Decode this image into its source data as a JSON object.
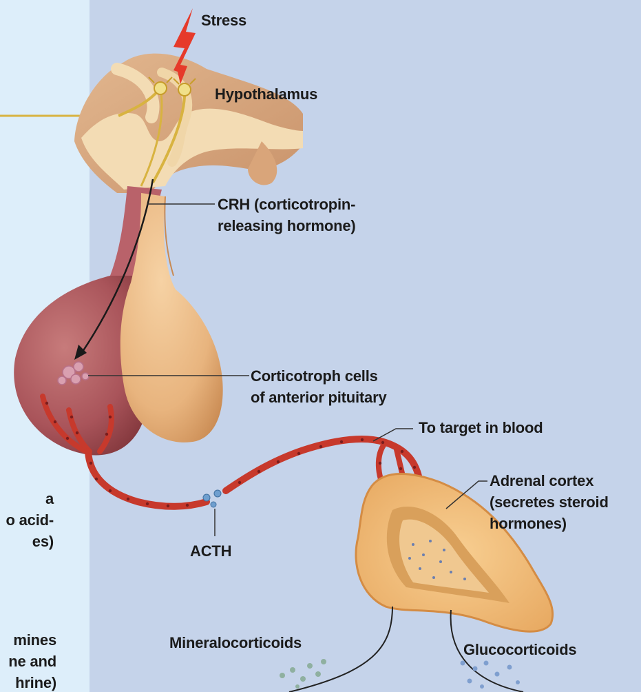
{
  "labels": {
    "stress": "Stress",
    "hypothalamus": "Hypothalamus",
    "crh": [
      "CRH (corticotropin-",
      "releasing hormone)"
    ],
    "corticotroph": [
      "Corticotroph cells",
      "of anterior pituitary"
    ],
    "to_target": "To target in blood",
    "adrenal_cortex": [
      "Adrenal cortex",
      "(secretes steroid",
      "hormones)"
    ],
    "acth": "ACTH",
    "mineralocorticoids": "Mineralocorticoids",
    "glucocorticoids": "Glucocorticoids"
  },
  "left_panel_fragments": {
    "block1": [
      "a",
      "o acid-",
      "es)"
    ],
    "block2": [
      "mines",
      "ne and",
      "hrine)"
    ]
  },
  "colors": {
    "background": "#c5d3ea",
    "left_panel": "#ddeefa",
    "stress_bolt": "#e63a2a",
    "nerve_line": "#d8b340",
    "vessel": "#c7392c",
    "pituitary_anterior": "#a9545a",
    "pituitary_posterior": "#e8b47e",
    "adrenal": "#f2bd7a",
    "hormone_dots": "#6f9fcf"
  }
}
